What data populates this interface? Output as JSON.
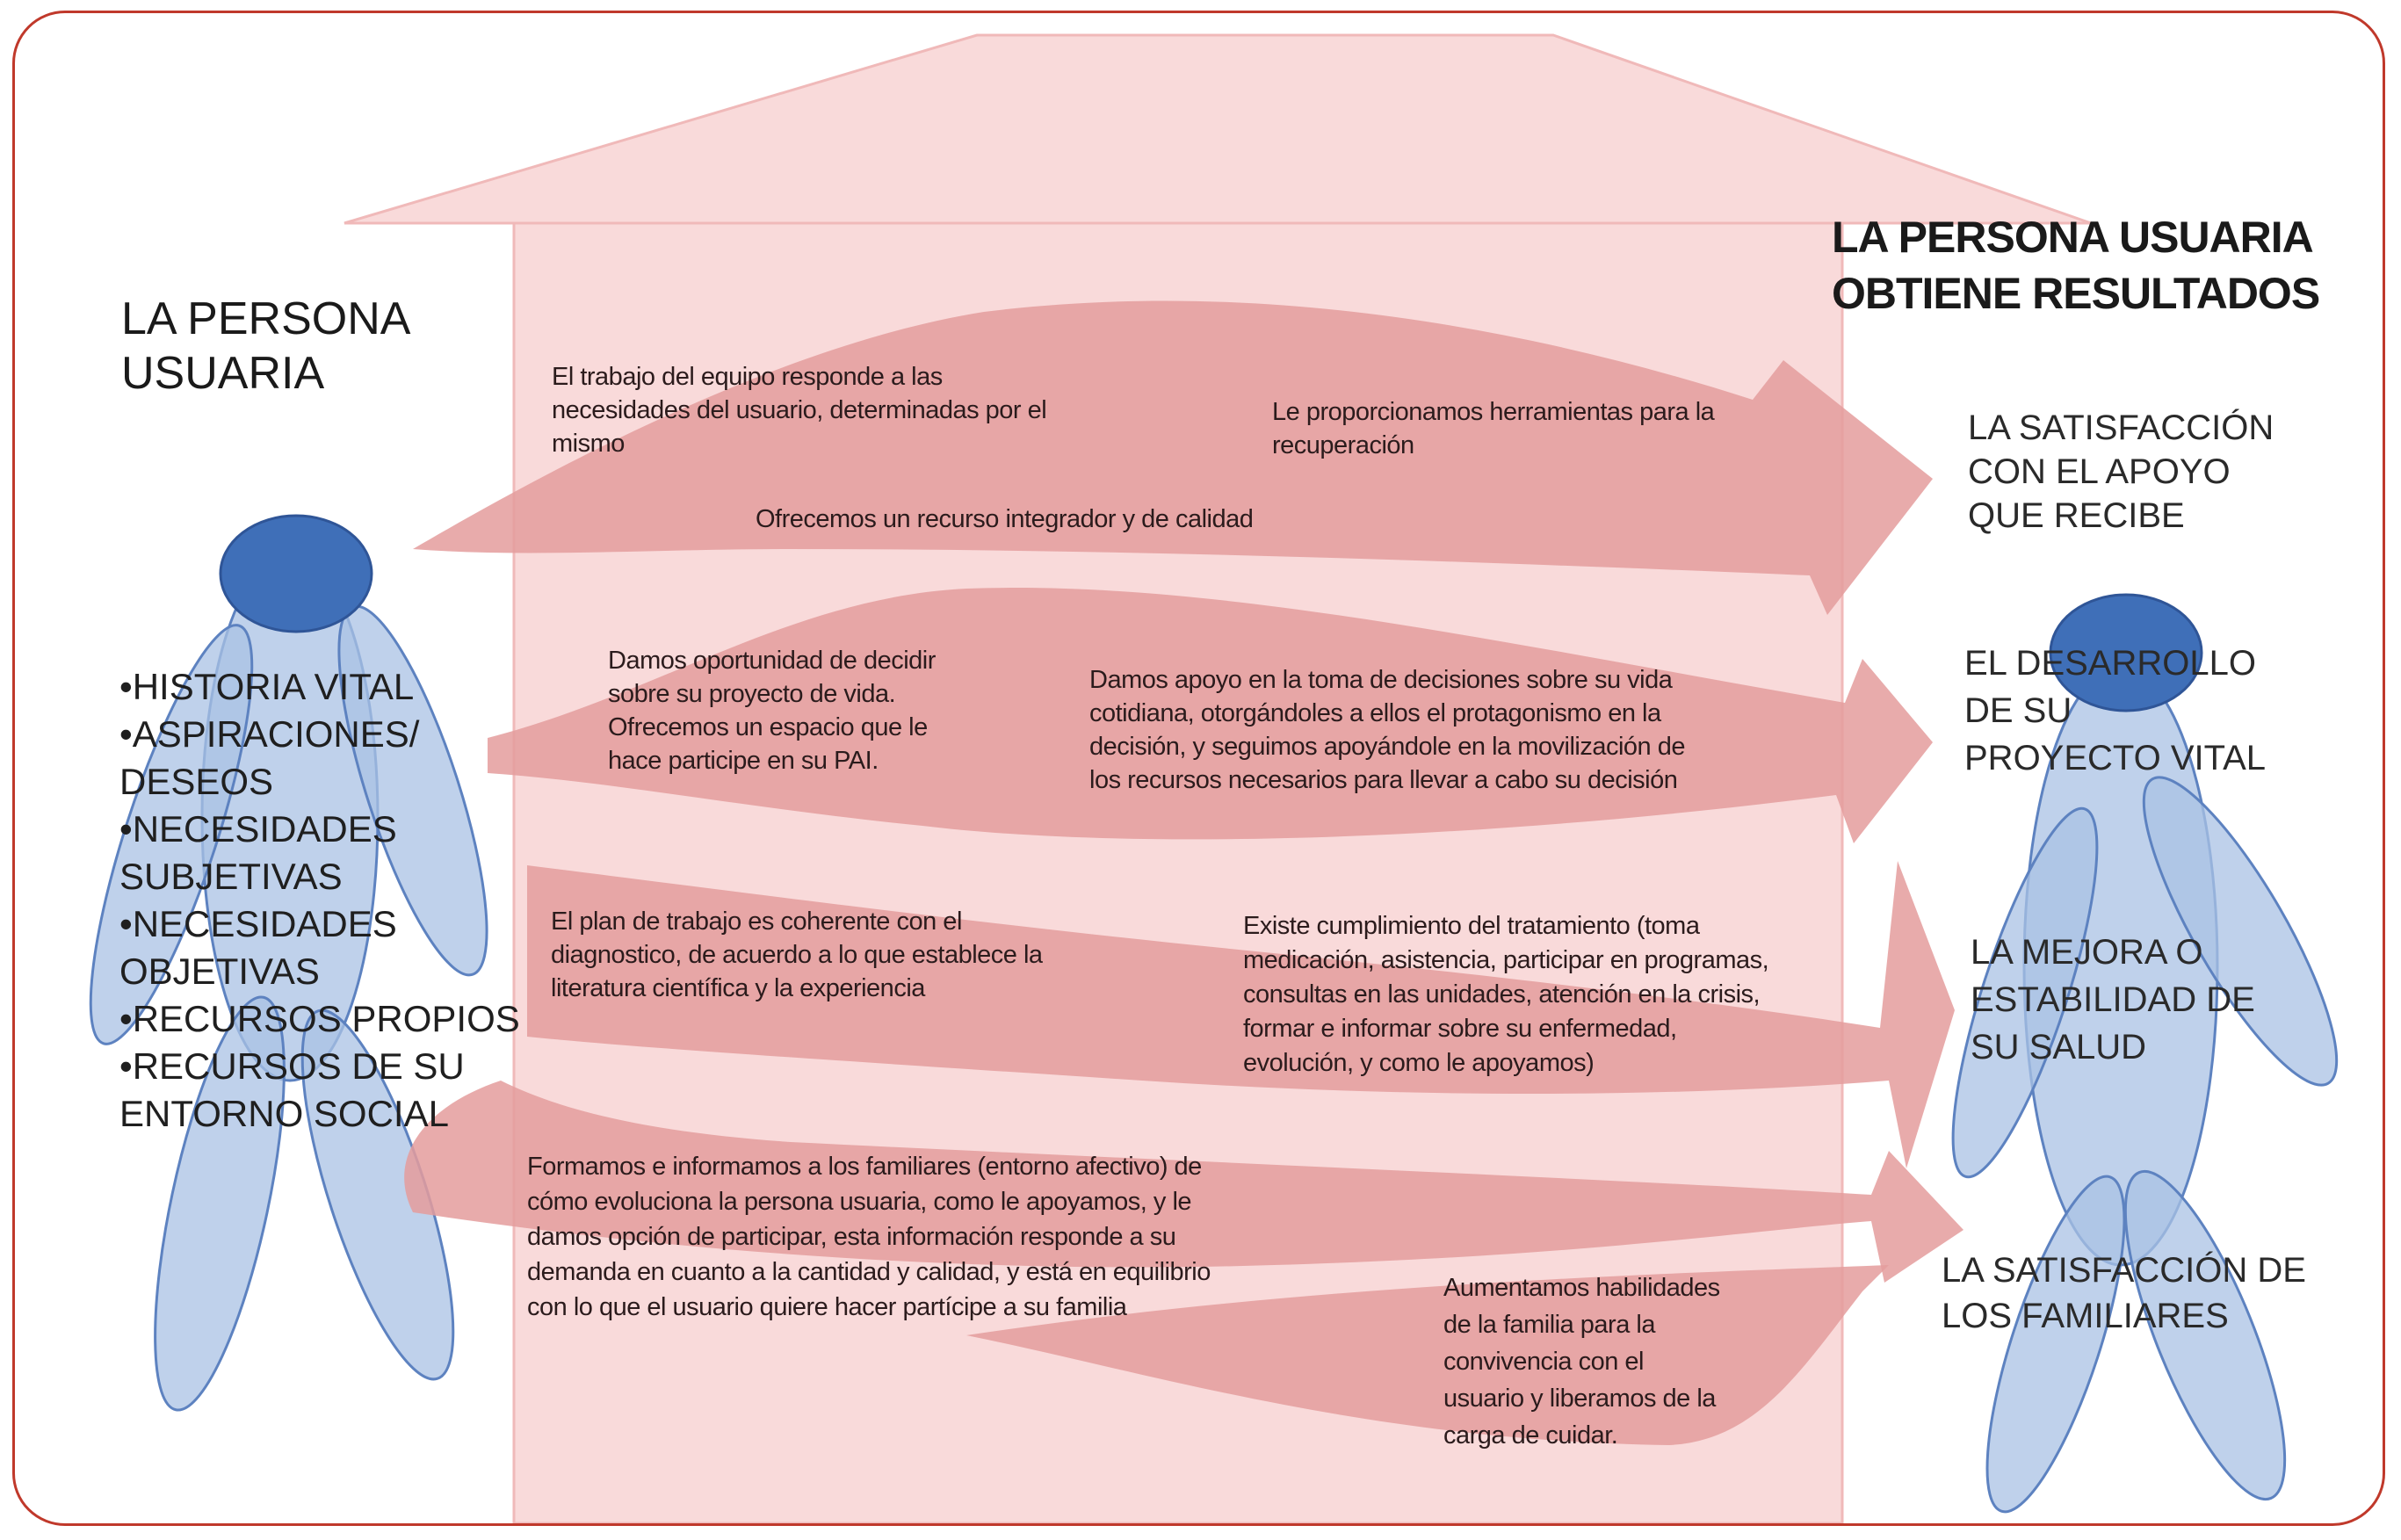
{
  "left_person": {
    "title": "LA PERSONA\nUSUARIA",
    "items": "•HISTORIA  VITAL\n•ASPIRACIONES/\nDESEOS\n•NECESIDADES\nSUBJETIVAS\n•NECESIDADES\nOBJETIVAS\n•RECURSOS PROPIOS\n•RECURSOS DE SU\nENTORNO SOCIAL"
  },
  "right_person": {
    "title": "LA PERSONA USUARIA\nOBTIENE RESULTADOS",
    "results": [
      "LA SATISFACCIÓN\nCON EL APOYO\nQUE RECIBE",
      "EL DESARROLLO\nDE SU\nPROYECTO  VITAL",
      "LA MEJORA O\nESTABILIDAD DE\nSU SALUD",
      "LA SATISFACCIÓN  DE\nLOS FAMILIARES"
    ]
  },
  "arrows": {
    "a1_left": "El trabajo del equipo responde a las\nnecesidades del usuario, determinadas por el\nmismo",
    "a1_right": "Le proporcionamos herramientas para la\nrecuperación",
    "a1_bottom": "Ofrecemos un recurso integrador y de calidad",
    "a2_left": "Damos oportunidad de decidir\nsobre su proyecto de vida.\nOfrecemos un espacio que le\nhace participe en su PAI.",
    "a2_right": "Damos apoyo en la toma de decisiones sobre su vida\ncotidiana, otorgándoles a ellos el protagonismo en la\ndecisión, y seguimos apoyándole en la movilización de\nlos recursos necesarios para llevar a cabo su decisión",
    "a3_left": "El plan de trabajo es coherente con el\ndiagnostico, de acuerdo a lo que establece la\nliteratura científica y la experiencia",
    "a3_right": "Existe  cumplimiento del tratamiento (toma\nmedicación, asistencia, participar en programas,\nconsultas en las unidades, atención en la crisis,\nformar e informar sobre su enfermedad,\nevolución,  y como le apoyamos)",
    "a4_left": "Formamos e informamos a los familiares (entorno afectivo)  de\ncómo evoluciona la persona usuaria,  como le apoyamos, y le\ndamos opción de participar, esta información  responde a su\ndemanda en cuanto a la cantidad y calidad, y está en equilibrio\ncon lo que el usuario quiere hacer partícipe a su familia",
    "a4_right": "Aumentamos habilidades\nde la familia para la\nconvivencia con el\nusuario y liberamos de la\ncarga de cuidar."
  },
  "colors": {
    "house": "#f9dada",
    "house_edge": "#f0b9b9",
    "arrow": "#e49c9c",
    "figure": "#aac2e4",
    "figure_edge": "#5d82c0",
    "head": "#3f6fb8",
    "frame": "#c0392b"
  }
}
